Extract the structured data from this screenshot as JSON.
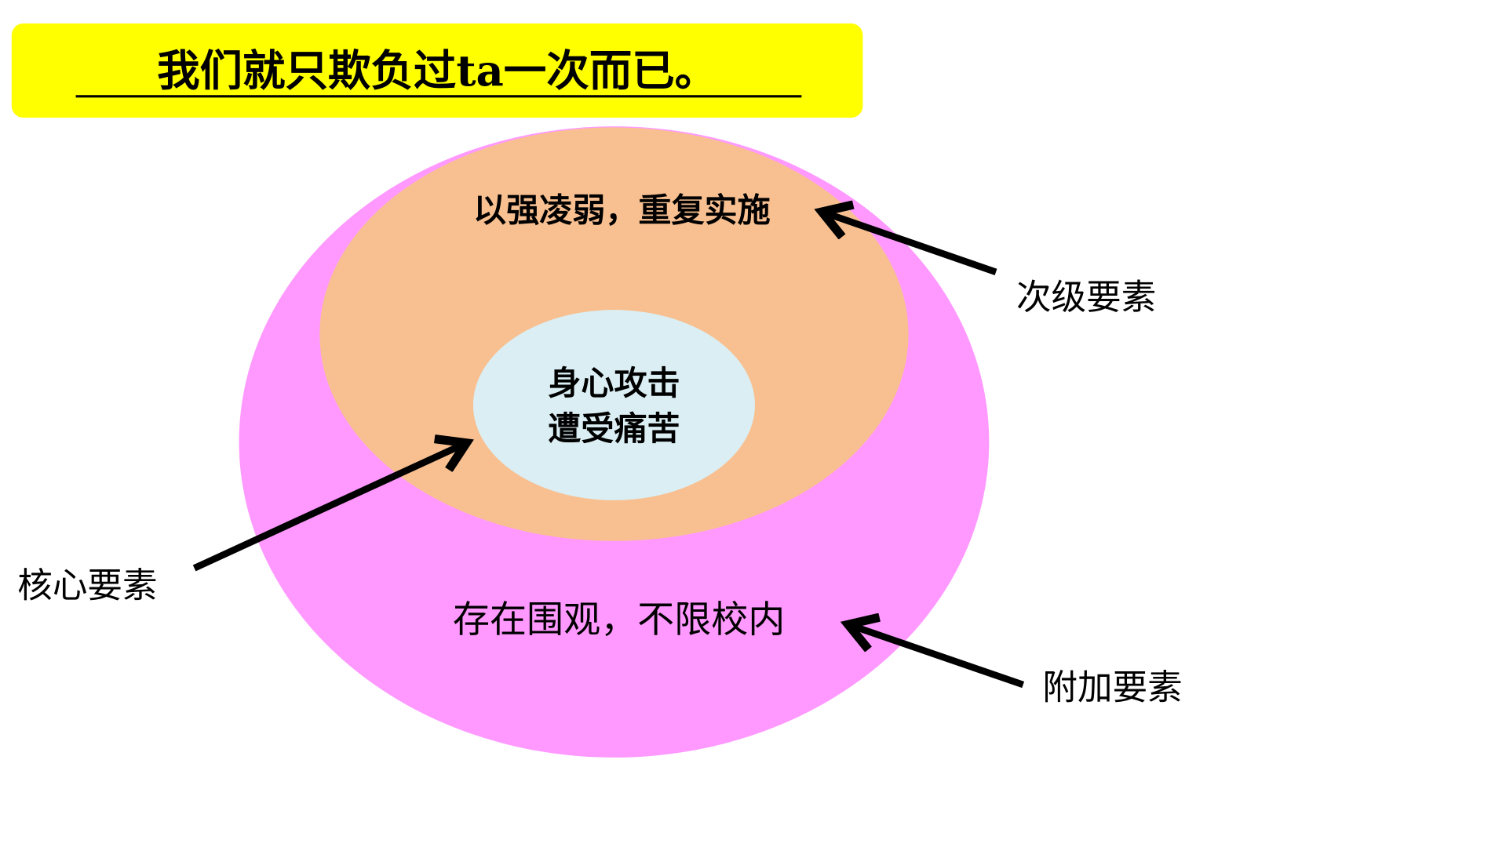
{
  "title": "我们就只欺负过ta一次而已。",
  "layers": {
    "outer": {
      "text": "存在围观，不限校内",
      "label": "附加要素",
      "color": "#FF99FF"
    },
    "middle": {
      "text": "以强凌弱，重复实施",
      "label": "次级要素",
      "color": "#F8C091"
    },
    "inner": {
      "line1": "身心攻击",
      "line2": "遭受痛苦",
      "label": "核心要素",
      "color": "#DAEEF3"
    }
  },
  "colors": {
    "title_bg": "#FFFF00",
    "arrow": "#000000"
  }
}
